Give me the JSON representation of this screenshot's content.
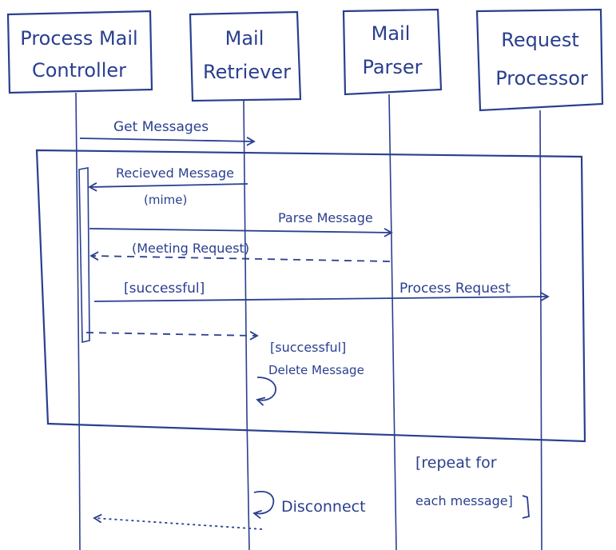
{
  "participants": [
    {
      "line1": "Process Mail",
      "line2": "Controller"
    },
    {
      "line1": "Mail",
      "line2": "Retriever"
    },
    {
      "line1": "Mail",
      "line2": "Parser"
    },
    {
      "line1": "Request",
      "line2": "Processor"
    }
  ],
  "messages": {
    "get_messages": "Get Messages",
    "received_message": "Recieved Message",
    "mime": "(mime)",
    "parse_message": "Parse Message",
    "meeting_request": "(Meeting Request)",
    "successful_guard": "[successful]",
    "process_request": "Process Request",
    "successful_guard_2": "[successful]",
    "delete_message": "Delete Message",
    "disconnect": "Disconnect"
  },
  "loop": {
    "line1": "[repeat for",
    "line2": "each message]"
  },
  "colors": {
    "ink": "#2a3f8f",
    "paper": "#ffffff"
  }
}
